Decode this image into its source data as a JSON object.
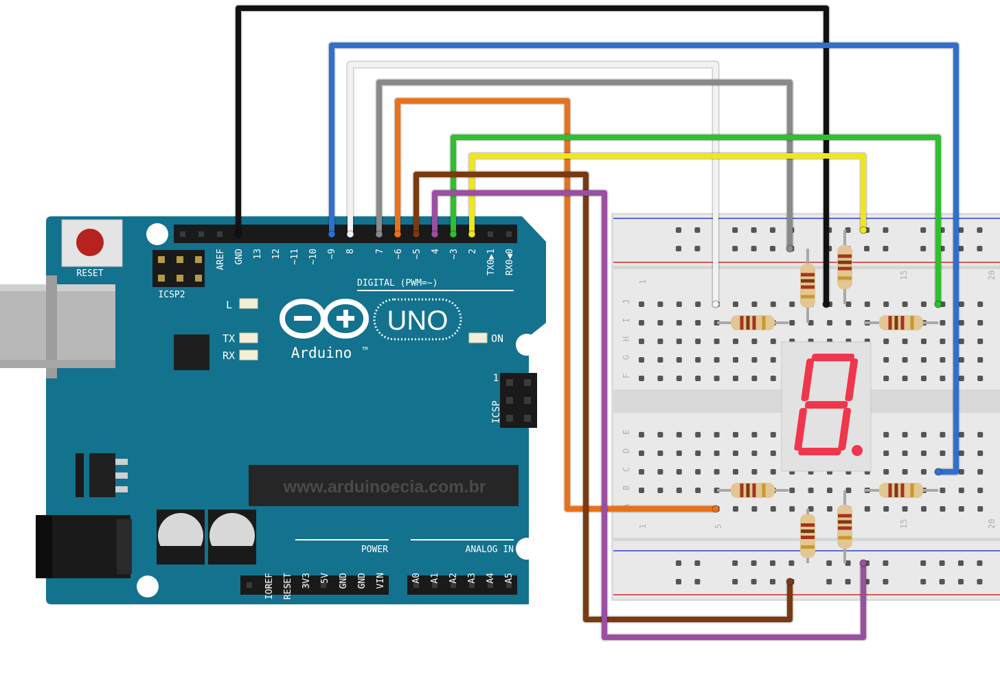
{
  "board": {
    "reset_label": "RESET",
    "icsp2_label": "ICSP2",
    "icsp_label": "ICSP",
    "icsp_pin1": "1",
    "led_l": "L",
    "led_tx": "TX",
    "led_rx": "RX",
    "led_on": "ON",
    "brand": "Arduino",
    "tm": "TM",
    "model": "UNO",
    "digital_label": "DIGITAL (PWM=~)",
    "power_label": "POWER",
    "analog_label": "ANALOG IN",
    "website": "www.arduinoecia.com.br",
    "digital_pins": [
      "AREF",
      "GND",
      "13",
      "12",
      "~11",
      "~10",
      "~9",
      "8",
      "7",
      "~6",
      "~5",
      "4",
      "~3",
      "2",
      "TX0▶1",
      "RX0◀0"
    ],
    "power_pins": [
      "IOREF",
      "RESET",
      "3V3",
      "5V",
      "GND",
      "GND",
      "VIN"
    ],
    "analog_pins": [
      "A0",
      "A1",
      "A2",
      "A3",
      "A4",
      "A5"
    ]
  },
  "breadboard": {
    "rows_top": [
      "J",
      "I",
      "H",
      "G",
      "F"
    ],
    "rows_bottom": [
      "E",
      "D",
      "C",
      "B",
      "A"
    ],
    "col_numbers": [
      "1",
      "5",
      "15",
      "20"
    ]
  },
  "wire_colors": {
    "black": "#111111",
    "blue": "#2f6fd0",
    "white": "#f2f2f2",
    "gray": "#8a8a8a",
    "orange": "#e8711a",
    "green": "#2fbf2f",
    "yellow": "#f0e61a",
    "brown": "#7a3a10",
    "purple": "#9b4fa0"
  },
  "colors": {
    "board": "#13728e",
    "board_dark": "#0e5f77",
    "segment": "#f0364c"
  }
}
